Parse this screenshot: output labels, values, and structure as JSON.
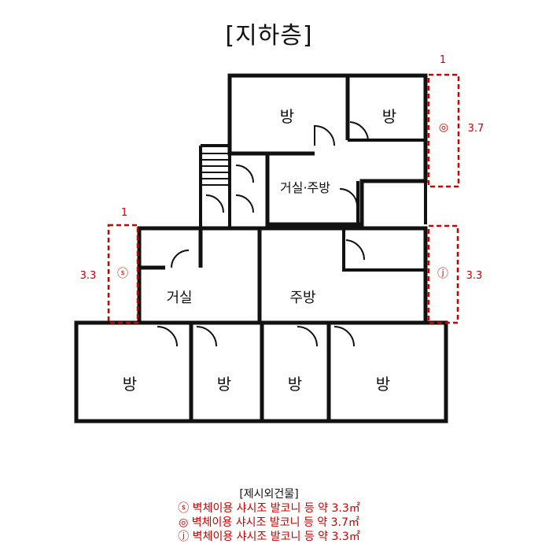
{
  "title": "[지하층]",
  "colors": {
    "wall": "#111111",
    "annotation": "#cc0000"
  },
  "rooms": {
    "top_left": "방",
    "top_right": "방",
    "living_kitchen_top": "거실·주방",
    "living_left": "거실",
    "kitchen_mid": "주방",
    "bottom_1": "방",
    "bottom_2": "방",
    "bottom_3": "방",
    "bottom_4": "방"
  },
  "annotations": {
    "top_right_width": "1",
    "top_right_height": "3.7",
    "top_right_symbol": "◎",
    "left_width": "1",
    "left_height": "3.3",
    "left_symbol": "ⓢ",
    "right_height": "3.3",
    "right_symbol": "ⓙ"
  },
  "legend": {
    "heading": "[제시외건물]",
    "items": [
      "ⓢ 벽체이용 샤시조 발코니 등 약 3.3㎡",
      "◎ 벽체이용 샤시조 발코니 등 약 3.7㎡",
      "ⓙ 벽체이용 샤시조 발코니 등 약 3.3㎡"
    ]
  }
}
